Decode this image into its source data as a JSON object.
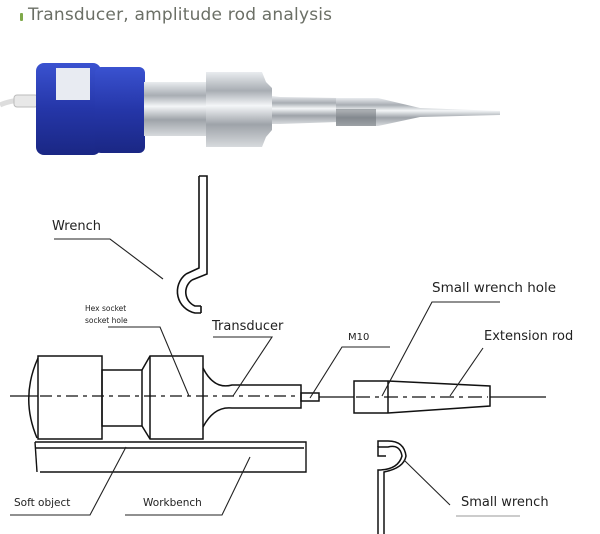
{
  "title": "Transducer, amplitude rod analysis",
  "colors": {
    "accent": "#7fa94a",
    "housing_blue": "#2a3db0",
    "steel": "#c8ccd0",
    "line": "#111111",
    "title_text": "#6b6f66"
  },
  "labels": {
    "wrench": "Wrench",
    "hex_socket_line1": "Hex socket",
    "hex_socket_line2": "socket hole",
    "transducer": "Transducer",
    "m10": "M10",
    "small_wrench_hole": "Small wrench hole",
    "extension_rod": "Extension rod",
    "soft_object": "Soft object",
    "workbench": "Workbench",
    "small_wrench": "Small wrench"
  }
}
